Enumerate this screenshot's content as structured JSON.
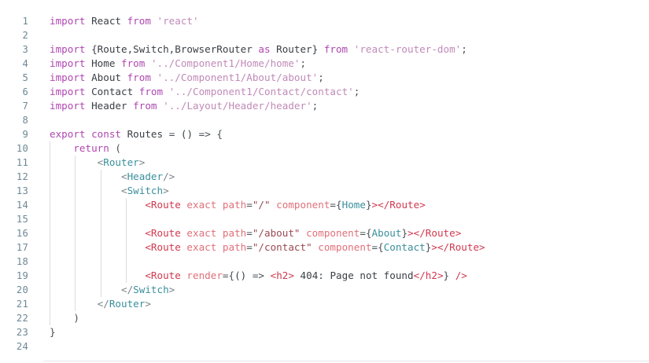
{
  "editor": {
    "language": "jsx",
    "first_line_number": 1,
    "last_line_number": 24,
    "total_lines": 24,
    "colors": {
      "background": "#ffffff",
      "gutter_text": "#6d8895",
      "keyword": "#af47b1",
      "plain_text": "#3b4045",
      "string": "#c08ab8",
      "component_name": "#3a8f9c",
      "jsx_tag": "#d1384f",
      "jsx_attribute": "#e0707a",
      "jsx_attribute_string": "#9b4a52",
      "angle_bracket": "#7a8489",
      "indent_guide": "#d9dde0"
    },
    "lines": [
      {
        "number": "1",
        "indent_guides": 0,
        "tokens": [
          {
            "text": "import",
            "type": "keyword"
          },
          {
            "text": " React ",
            "type": "plain"
          },
          {
            "text": "from",
            "type": "keyword"
          },
          {
            "text": " ",
            "type": "plain"
          },
          {
            "text": "'react'",
            "type": "string"
          }
        ]
      },
      {
        "number": "2",
        "indent_guides": 0,
        "tokens": []
      },
      {
        "number": "3",
        "indent_guides": 0,
        "tokens": [
          {
            "text": "import",
            "type": "keyword"
          },
          {
            "text": " {Route,Switch,BrowserRouter ",
            "type": "plain"
          },
          {
            "text": "as",
            "type": "keyword"
          },
          {
            "text": " Router} ",
            "type": "plain"
          },
          {
            "text": "from",
            "type": "keyword"
          },
          {
            "text": " ",
            "type": "plain"
          },
          {
            "text": "'react-router-dom'",
            "type": "string"
          },
          {
            "text": ";",
            "type": "punct"
          }
        ]
      },
      {
        "number": "4",
        "indent_guides": 0,
        "tokens": [
          {
            "text": "import",
            "type": "keyword"
          },
          {
            "text": " Home ",
            "type": "plain"
          },
          {
            "text": "from",
            "type": "keyword"
          },
          {
            "text": " ",
            "type": "plain"
          },
          {
            "text": "'../Component1/Home/home'",
            "type": "string"
          },
          {
            "text": ";",
            "type": "punct"
          }
        ]
      },
      {
        "number": "5",
        "indent_guides": 0,
        "tokens": [
          {
            "text": "import",
            "type": "keyword"
          },
          {
            "text": " About ",
            "type": "plain"
          },
          {
            "text": "from",
            "type": "keyword"
          },
          {
            "text": " ",
            "type": "plain"
          },
          {
            "text": "'../Component1/About/about'",
            "type": "string"
          },
          {
            "text": ";",
            "type": "punct"
          }
        ]
      },
      {
        "number": "6",
        "indent_guides": 0,
        "tokens": [
          {
            "text": "import",
            "type": "keyword"
          },
          {
            "text": " Contact ",
            "type": "plain"
          },
          {
            "text": "from",
            "type": "keyword"
          },
          {
            "text": " ",
            "type": "plain"
          },
          {
            "text": "'../Component1/Contact/contact'",
            "type": "string"
          },
          {
            "text": ";",
            "type": "punct"
          }
        ]
      },
      {
        "number": "7",
        "indent_guides": 0,
        "tokens": [
          {
            "text": "import",
            "type": "keyword"
          },
          {
            "text": " Header ",
            "type": "plain"
          },
          {
            "text": "from",
            "type": "keyword"
          },
          {
            "text": " ",
            "type": "plain"
          },
          {
            "text": "'../Layout/Header/header'",
            "type": "string"
          },
          {
            "text": ";",
            "type": "punct"
          }
        ]
      },
      {
        "number": "8",
        "indent_guides": 0,
        "tokens": []
      },
      {
        "number": "9",
        "indent_guides": 0,
        "tokens": [
          {
            "text": "export",
            "type": "keyword"
          },
          {
            "text": " ",
            "type": "plain"
          },
          {
            "text": "const",
            "type": "keyword"
          },
          {
            "text": " Routes ",
            "type": "plain"
          },
          {
            "text": "=",
            "type": "punct"
          },
          {
            "text": " () ",
            "type": "plain"
          },
          {
            "text": "=>",
            "type": "punct"
          },
          {
            "text": " {",
            "type": "brace"
          }
        ]
      },
      {
        "number": "10",
        "indent_guides": 1,
        "tokens": [
          {
            "text": "    ",
            "type": "plain"
          },
          {
            "text": "return",
            "type": "keyword"
          },
          {
            "text": " (",
            "type": "brace"
          }
        ]
      },
      {
        "number": "11",
        "indent_guides": 2,
        "tokens": [
          {
            "text": "        ",
            "type": "plain"
          },
          {
            "text": "<",
            "type": "tagbr"
          },
          {
            "text": "Router",
            "type": "component"
          },
          {
            "text": ">",
            "type": "tagbr"
          }
        ]
      },
      {
        "number": "12",
        "indent_guides": 3,
        "tokens": [
          {
            "text": "            ",
            "type": "plain"
          },
          {
            "text": "<",
            "type": "tagbr"
          },
          {
            "text": "Header",
            "type": "component"
          },
          {
            "text": "/>",
            "type": "tagbr"
          }
        ]
      },
      {
        "number": "13",
        "indent_guides": 3,
        "tokens": [
          {
            "text": "            ",
            "type": "plain"
          },
          {
            "text": "<",
            "type": "tagbr"
          },
          {
            "text": "Switch",
            "type": "component"
          },
          {
            "text": ">",
            "type": "tagbr"
          }
        ]
      },
      {
        "number": "14",
        "indent_guides": 4,
        "tokens": [
          {
            "text": "                ",
            "type": "plain"
          },
          {
            "text": "<Route",
            "type": "tagred"
          },
          {
            "text": " exact",
            "type": "attr"
          },
          {
            "text": " path",
            "type": "attr"
          },
          {
            "text": "=",
            "type": "punct"
          },
          {
            "text": "\"/\"",
            "type": "attrstr"
          },
          {
            "text": " component",
            "type": "attr"
          },
          {
            "text": "=",
            "type": "punct"
          },
          {
            "text": "{",
            "type": "brace"
          },
          {
            "text": "Home",
            "type": "component"
          },
          {
            "text": "}",
            "type": "brace"
          },
          {
            "text": ">",
            "type": "tagred"
          },
          {
            "text": "</Route>",
            "type": "tagred"
          }
        ]
      },
      {
        "number": "15",
        "indent_guides": 4,
        "tokens": []
      },
      {
        "number": "16",
        "indent_guides": 4,
        "tokens": [
          {
            "text": "                ",
            "type": "plain"
          },
          {
            "text": "<Route",
            "type": "tagred"
          },
          {
            "text": " exact",
            "type": "attr"
          },
          {
            "text": " path",
            "type": "attr"
          },
          {
            "text": "=",
            "type": "punct"
          },
          {
            "text": "\"/about\"",
            "type": "attrstr"
          },
          {
            "text": " component",
            "type": "attr"
          },
          {
            "text": "=",
            "type": "punct"
          },
          {
            "text": "{",
            "type": "brace"
          },
          {
            "text": "About",
            "type": "component"
          },
          {
            "text": "}",
            "type": "brace"
          },
          {
            "text": ">",
            "type": "tagred"
          },
          {
            "text": "</Route>",
            "type": "tagred"
          }
        ]
      },
      {
        "number": "17",
        "indent_guides": 4,
        "tokens": [
          {
            "text": "                ",
            "type": "plain"
          },
          {
            "text": "<Route",
            "type": "tagred"
          },
          {
            "text": " exact",
            "type": "attr"
          },
          {
            "text": " path",
            "type": "attr"
          },
          {
            "text": "=",
            "type": "punct"
          },
          {
            "text": "\"/contact\"",
            "type": "attrstr"
          },
          {
            "text": " component",
            "type": "attr"
          },
          {
            "text": "=",
            "type": "punct"
          },
          {
            "text": "{",
            "type": "brace"
          },
          {
            "text": "Contact",
            "type": "component"
          },
          {
            "text": "}",
            "type": "brace"
          },
          {
            "text": ">",
            "type": "tagred"
          },
          {
            "text": "</Route>",
            "type": "tagred"
          }
        ]
      },
      {
        "number": "18",
        "indent_guides": 4,
        "tokens": []
      },
      {
        "number": "19",
        "indent_guides": 4,
        "tokens": [
          {
            "text": "                ",
            "type": "plain"
          },
          {
            "text": "<Route",
            "type": "tagred"
          },
          {
            "text": " render",
            "type": "attr"
          },
          {
            "text": "=",
            "type": "punct"
          },
          {
            "text": "{",
            "type": "brace"
          },
          {
            "text": "() ",
            "type": "plain"
          },
          {
            "text": "=>",
            "type": "punct"
          },
          {
            "text": " ",
            "type": "plain"
          },
          {
            "text": "<h2>",
            "type": "htmltag"
          },
          {
            "text": " 404: Page not found",
            "type": "plain"
          },
          {
            "text": "</h2>",
            "type": "htmltag"
          },
          {
            "text": "}",
            "type": "brace"
          },
          {
            "text": " ",
            "type": "plain"
          },
          {
            "text": "/>",
            "type": "tagred"
          }
        ]
      },
      {
        "number": "20",
        "indent_guides": 3,
        "tokens": [
          {
            "text": "            ",
            "type": "plain"
          },
          {
            "text": "</",
            "type": "tagbr"
          },
          {
            "text": "Switch",
            "type": "component"
          },
          {
            "text": ">",
            "type": "tagbr"
          }
        ]
      },
      {
        "number": "21",
        "indent_guides": 2,
        "tokens": [
          {
            "text": "        ",
            "type": "plain"
          },
          {
            "text": "</",
            "type": "tagbr"
          },
          {
            "text": "Router",
            "type": "component"
          },
          {
            "text": ">",
            "type": "tagbr"
          }
        ]
      },
      {
        "number": "22",
        "indent_guides": 1,
        "tokens": [
          {
            "text": "    ",
            "type": "plain"
          },
          {
            "text": ")",
            "type": "brace"
          }
        ]
      },
      {
        "number": "23",
        "indent_guides": 0,
        "tokens": [
          {
            "text": "}",
            "type": "brace"
          }
        ]
      },
      {
        "number": "24",
        "indent_guides": 0,
        "tokens": []
      }
    ]
  }
}
